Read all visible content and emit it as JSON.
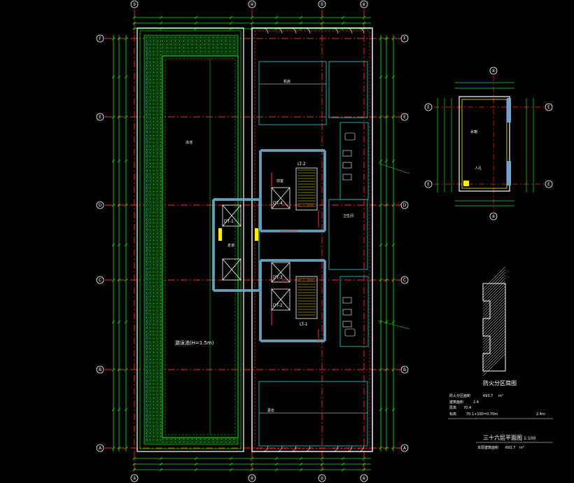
{
  "colors": {
    "background": "#000000",
    "grid_line": "#ff2a2a",
    "grid_bubble": "#ffffff",
    "dimension": "#19e619",
    "wall": "#ffffff",
    "wall_fill": "#6fa6c8",
    "fire_door": "#ff2a2a",
    "inner_wall": "#2fd3d3",
    "hatch": "#0b5a0b",
    "dashed_blue": "#3355ff",
    "yellow": "#ffee00",
    "label": "#ffffff"
  },
  "grid": {
    "top_axes": [
      "③",
      "④",
      "⑤",
      "⑥"
    ],
    "bottom_axes": [
      "③",
      "④",
      "⑤",
      "⑥"
    ],
    "left_axes": [
      "F",
      "E",
      "D",
      "C",
      "B",
      "A"
    ],
    "right_axes": [
      "F",
      "E",
      "D",
      "C",
      "B",
      "A"
    ]
  },
  "rooms": {
    "elevator_1": "DT-4",
    "elevator_2": "DT-3",
    "elevator_3": "DT-2",
    "elevator_4": "DT-1",
    "stair_top": "LT-2",
    "stair_bottom": "LT-1",
    "pool_label": "游泳池(H=1.5m)",
    "room_a": "机房",
    "room_b": "前室",
    "room_c": "走道",
    "room_d": "卫生间",
    "room_e": "泳池",
    "room_f": "更衣"
  },
  "inset": {
    "axis_top": "④",
    "axis_bottom": "④",
    "axis_left_top": "E",
    "axis_left_bottom": "E",
    "axis_right_top": "E",
    "axis_right_bottom": "E",
    "note_1": "水箱",
    "note_2": "人孔"
  },
  "legend": {
    "title": "防火分区简图",
    "line_1_label": "防火分区面积",
    "line_1_value": "693.7",
    "line_1_unit": "m²",
    "line_2_label": "建筑面积",
    "line_2_value": "2.4",
    "line_3_label": "层高",
    "line_3_value": "70.4",
    "line_4_label": "标高",
    "line_4_value": "70.1+100=0.70m",
    "line_4_right": "2.4m"
  },
  "plan_title": {
    "main": "三十六层平面图",
    "scale": "1:100",
    "area_label": "本层建筑面积",
    "area_value": "693.7",
    "area_unit": "m²"
  }
}
